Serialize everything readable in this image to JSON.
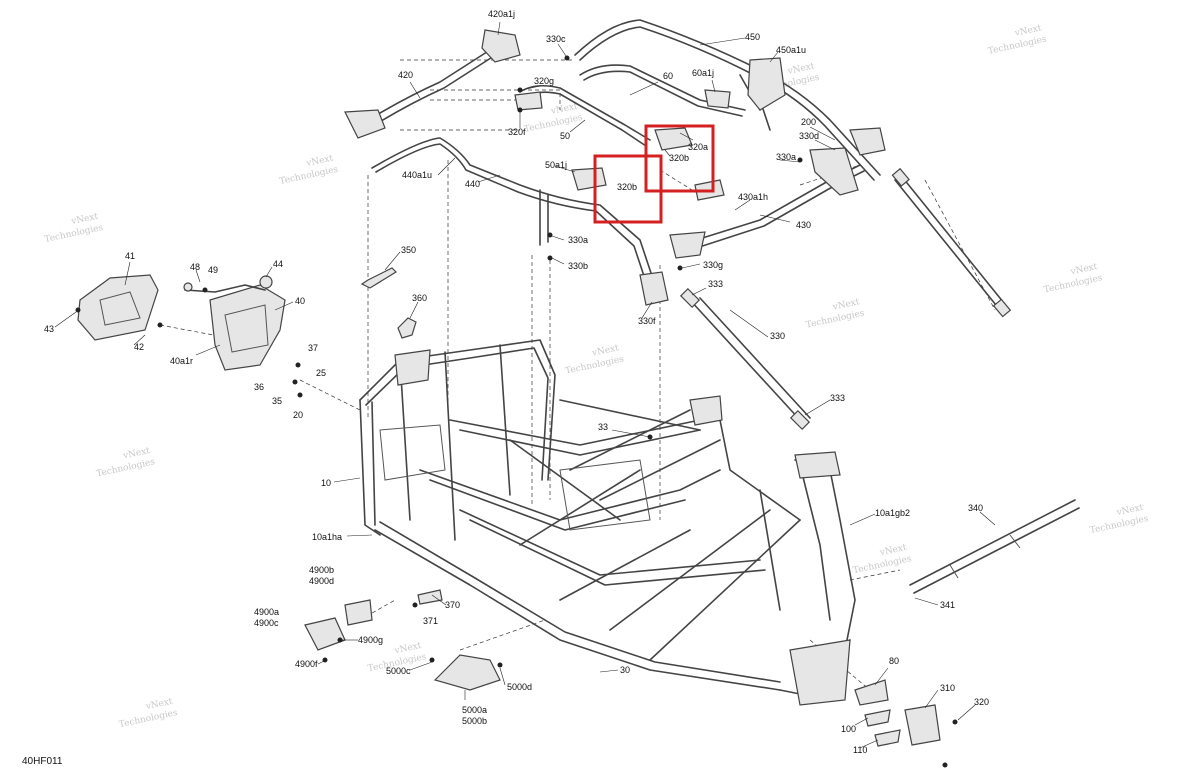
{
  "diagram_code": "40HF011",
  "watermark": [
    "vNext",
    "Technologies"
  ],
  "highlight_color": "#d42020",
  "labels": {
    "l420a1j": "420a1j",
    "l330c": "330c",
    "l450": "450",
    "l450a1u": "450a1u",
    "l420": "420",
    "l320g": "320g",
    "l60": "60",
    "l60a1j": "60a1j",
    "l320f": "320f",
    "l50": "50",
    "l200": "200",
    "l330d": "330d",
    "l320a": "320a",
    "l320b_1": "320b",
    "l330a_1": "330a",
    "l50a1j": "50a1j",
    "l320b_2": "320b",
    "l440a1u": "440a1u",
    "l440": "440",
    "l430a1h": "430a1h",
    "l430": "430",
    "l330a_2": "330a",
    "l330b": "330b",
    "l330g": "330g",
    "l350": "350",
    "l41": "41",
    "l48": "48",
    "l49": "49",
    "l44": "44",
    "l40": "40",
    "l333_1": "333",
    "l43": "43",
    "l360": "360",
    "l330f": "330f",
    "l42": "42",
    "l40a1r": "40a1r",
    "l37": "37",
    "l330": "330",
    "l36": "36",
    "l25": "25",
    "l35": "35",
    "l20": "20",
    "l333_2": "333",
    "l33": "33",
    "l10": "10",
    "l10a1ha": "10a1ha",
    "l10a1gb2": "10a1gb2",
    "l340": "340",
    "l4900b": "4900b",
    "l4900d": "4900d",
    "l341": "341",
    "l370": "370",
    "l4900a": "4900a",
    "l4900c": "4900c",
    "l371": "371",
    "l4900g": "4900g",
    "l4900f": "4900f",
    "l5000c": "5000c",
    "l30": "30",
    "l80": "80",
    "l5000d": "5000d",
    "l310": "310",
    "l320": "320",
    "l5000a": "5000a",
    "l5000b": "5000b",
    "l100": "100",
    "l110": "110"
  }
}
